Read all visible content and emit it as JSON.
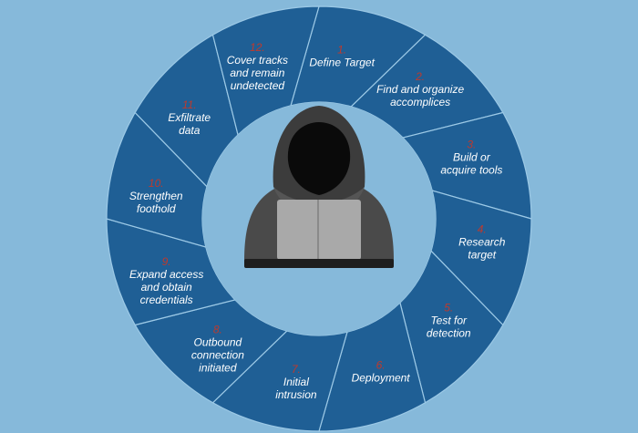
{
  "colors": {
    "background": "#86b9da",
    "ring": "#1f5f95",
    "ring_border": "#9cc9e6",
    "center": "#86b9da",
    "number": "#c0392b",
    "text": "#ffffff"
  },
  "steps": [
    {
      "number": "1.",
      "lines": [
        "Define Target"
      ]
    },
    {
      "number": "2.",
      "lines": [
        "Find and organize",
        "accomplices"
      ]
    },
    {
      "number": "3.",
      "lines": [
        "Build or",
        "acquire tools"
      ]
    },
    {
      "number": "4.",
      "lines": [
        "Research",
        "target"
      ]
    },
    {
      "number": "5.",
      "lines": [
        "Test for",
        "detection"
      ]
    },
    {
      "number": "6.",
      "lines": [
        "Deployment"
      ]
    },
    {
      "number": "7.",
      "lines": [
        "Initial",
        "intrusion"
      ]
    },
    {
      "number": "8.",
      "lines": [
        "Outbound",
        "connection",
        "initiated"
      ]
    },
    {
      "number": "9.",
      "lines": [
        "Expand access",
        "and obtain",
        "credentials"
      ]
    },
    {
      "number": "10.",
      "lines": [
        "Strengthen",
        "foothold"
      ]
    },
    {
      "number": "11.",
      "lines": [
        "Exfiltrate",
        "data"
      ]
    },
    {
      "number": "12.",
      "lines": [
        "Cover tracks",
        "and remain",
        "undetected"
      ]
    }
  ],
  "center_icon": "hooded-hacker-laptop-icon"
}
